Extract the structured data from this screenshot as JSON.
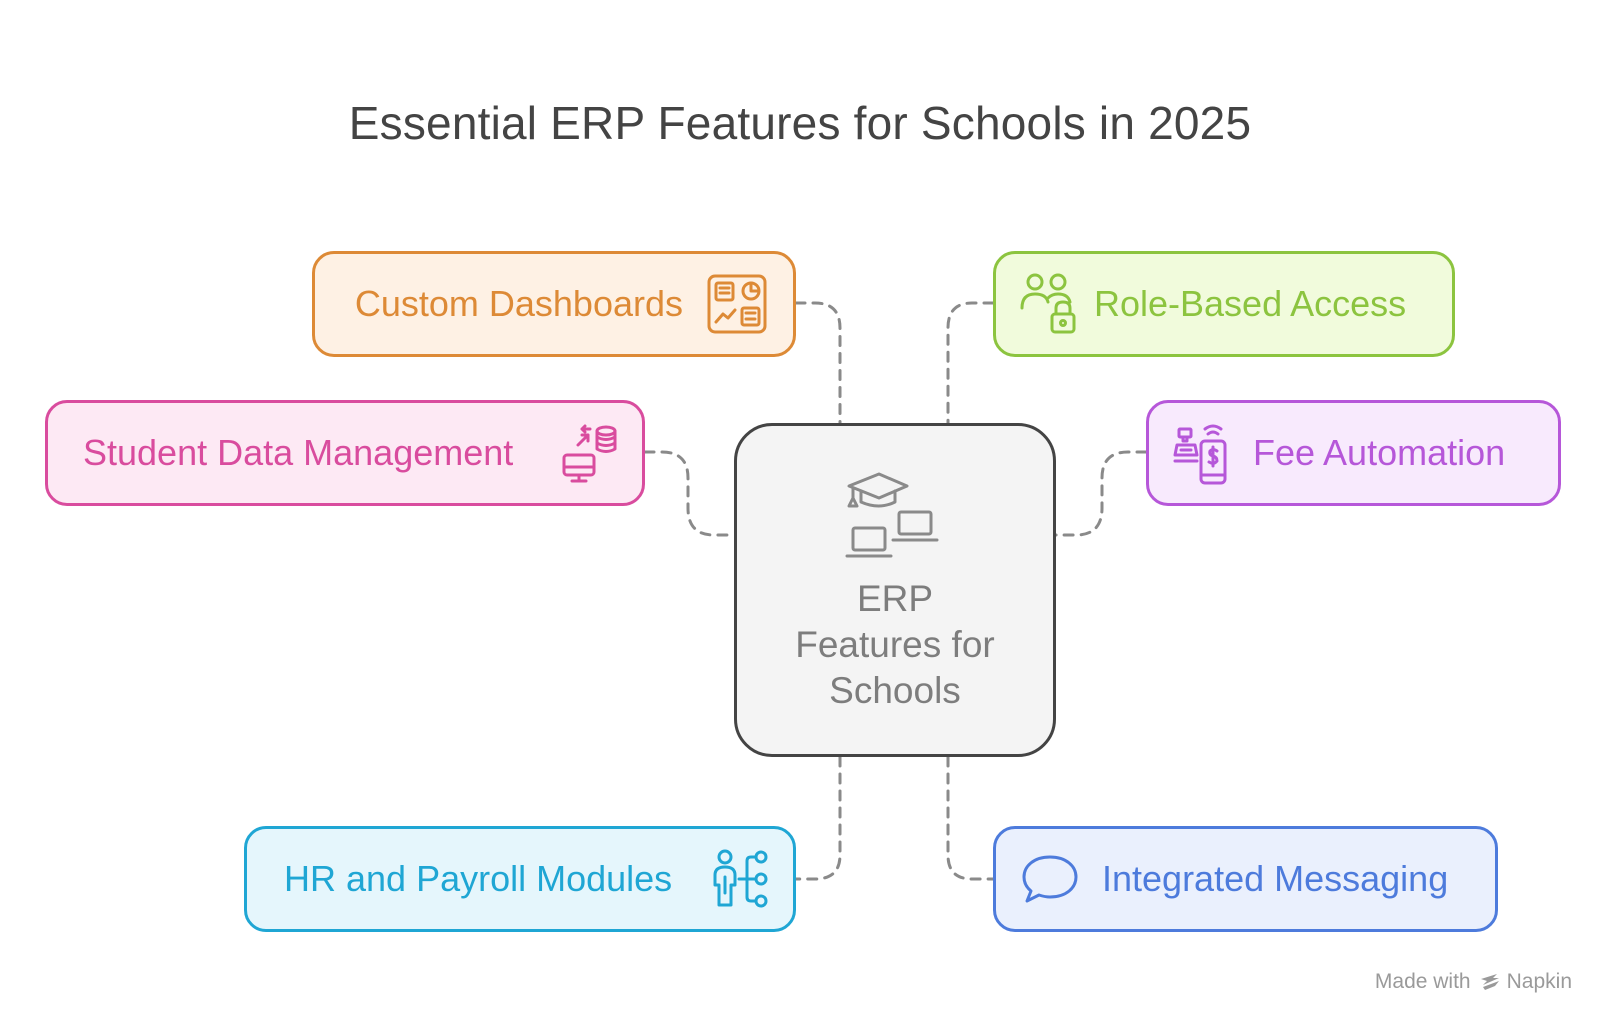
{
  "title": "Essential ERP Features for Schools in 2025",
  "center": {
    "lines": [
      "ERP",
      "Features for",
      "Schools"
    ],
    "icon": "graduation-cap-laptops-icon"
  },
  "features": [
    {
      "id": "dashboards",
      "label": "Custom Dashboards",
      "icon": "dashboard-icon",
      "color": "#dd8a36",
      "background": "#fef1e4"
    },
    {
      "id": "student-data",
      "label": "Student Data Management",
      "icon": "data-transfer-icon",
      "color": "#d94c9e",
      "background": "#fde9f4"
    },
    {
      "id": "hr-payroll",
      "label": "HR and Payroll Modules",
      "icon": "org-chart-person-icon",
      "color": "#1fa6d4",
      "background": "#e5f6fc"
    },
    {
      "id": "role-access",
      "label": "Role-Based Access",
      "icon": "users-lock-icon",
      "color": "#8cc43f",
      "background": "#f1fbdc"
    },
    {
      "id": "fee-automation",
      "label": "Fee Automation",
      "icon": "payment-phone-icon",
      "color": "#b657d9",
      "background": "#f8eafd"
    },
    {
      "id": "messaging",
      "label": "Integrated Messaging",
      "icon": "chat-bubble-icon",
      "color": "#4d7bdc",
      "background": "#eaf0fd"
    }
  ],
  "connector_color": "#8a8a8a",
  "footer": {
    "prefix": "Made with",
    "brand": "Napkin"
  }
}
